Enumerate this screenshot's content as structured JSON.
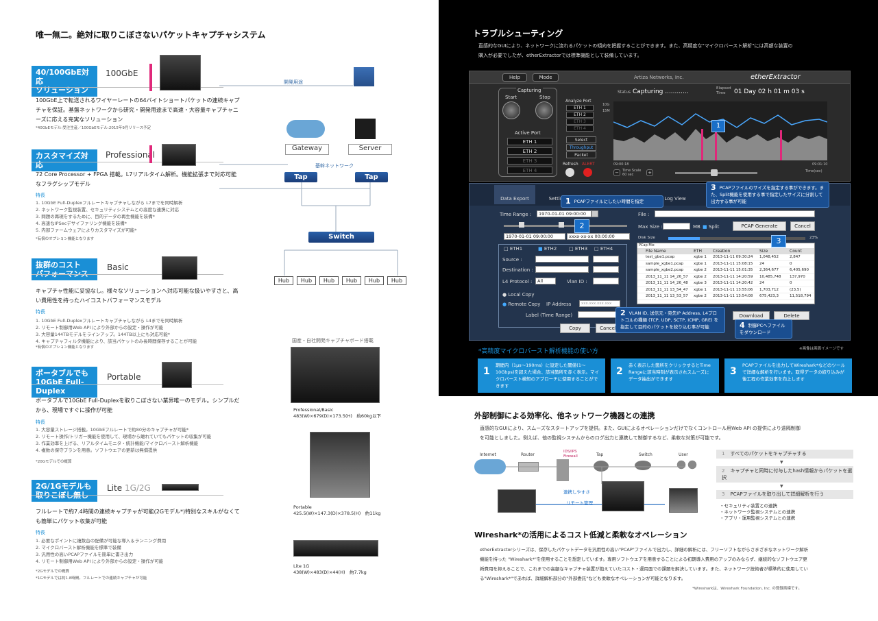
{
  "left": {
    "heading": "唯一無二。絶対に取りこぼさないパケットキャプチャシステム",
    "dev_use_label": "開発用途",
    "network": {
      "gateway": "Gateway",
      "server": "Server",
      "backbone": "基幹ネットワーク",
      "tap_left": "Tap",
      "tap_right": "Tap",
      "switch": "Switch",
      "hubs": [
        "Hub",
        "Hub",
        "Hub",
        "Hub",
        "Hub",
        "Hub"
      ]
    },
    "board_label": "国産・自社開発キャプチャボード搭載",
    "products": [
      {
        "name": "Professional/Basic",
        "spec": "483(W)×679(D)×173.5(H)　約60kg以下"
      },
      {
        "name": "Portable",
        "spec": "425.5(W)×147.3(D)×378.5(H)　約11kg"
      },
      {
        "name": "Lite 1G",
        "spec": "438(W)×483(D)×44(H)　約7.7kg"
      }
    ],
    "cat1": {
      "badge_line1": "40/100GbE対応",
      "badge_line2": "ソリューション",
      "tier": "100GbE",
      "desc": "100GbE上で転送されるワイヤーレートの64バイトショートパケットの連続キャプチャを保証。基盤ネットワークから研究・開発用途まで高速・大容量キャプチャニーズに応える充実なソリューション",
      "note": "*40GbEモデル:受注生産／100GbEモデル:2015年9月リリース予定"
    },
    "cat2": {
      "badge": "カスタマイズ対応",
      "tier": "Professional",
      "desc": "72 Core Processor + FPGA 搭載。L7リアルタイム解析。機能拡張まで対応可能なフラグシップモデル",
      "feat_title": "特長",
      "features": [
        "1. 10GbE Full-Duplexフルレートキャプチャしながら L7までを同時解析",
        "2. ネットワーク監視装置、セキュリティシステムとの高度な連携に対応",
        "3. 問題の再現をするために、目的データの再生機能を装備*",
        "4. 高速なIPSecデサイファリング機能を装備*",
        "5. 内部ファームウェアによりカスタマイズが可能*"
      ],
      "note": "*有償のオプション機能となります"
    },
    "cat3": {
      "badge_line1": "抜群のコスト",
      "badge_line2": "パフォーマンス",
      "tier": "Basic",
      "desc": "キャプチャ性能に妥協なし。様々なソリューションへ対応可能な扱いやすさと、高い費用性を持ったハイコストパフォーマンスモデル",
      "feat_title": "特長",
      "features": [
        "1. 10GbE Full-Duplexフルレートキャプチャしながら L4までを同時解析",
        "2. リモート制御用Web API により外部からの設定・操作が可能",
        "3. 大容量144TBモデルをラインアップ。144TB以上にも対応可能*",
        "4. キャプチャフィルタ機能により、該当パケットのみ長時間保存することが可能"
      ],
      "note": "*有償のオプション機能となります"
    },
    "cat4": {
      "badge_line1": "ポータブルでも",
      "badge_line2": "10GbE Full-Duplex",
      "tier": "Portable",
      "desc": "ポータブルで10GbE Full-Duplexを取りこぼさない業界唯一のモデル。シンプルだから、現場ですぐに操作が可能",
      "feat_title": "特長",
      "features": [
        "1. 大容量ストレージ搭載。10GbEフルレートで約80分のキャプチャが可能*",
        "2. リモート操作/トリガー機能を使用して、現場から離れていてもパケットの収集が可能",
        "3. 作業効率を上げる、リアルタイムモニタ・統計機能/マイクロバースト解析機能",
        "4. 複数の保守プランを用意。ソフトウエアの更新は無償提供"
      ],
      "note": "*20Gモデルでの概算"
    },
    "cat5": {
      "badge_line1": "2G/1Gモデルも",
      "badge_line2": "取りこぼし無し",
      "tier": "Lite",
      "tier_sub": "1G/2G",
      "desc": "フルレートで約7.4時間の連続キャプチャが可能(2Gモデル*)特別なスキルがなくても簡単にパケット収集が可能",
      "feat_title": "特長",
      "features": [
        "1. 必要なポイントに複数台の配備が可能な導入＆ランニング費用",
        "2. マイクロバースト解析機能を標準で装備",
        "3. 汎用性の高いPCAPファイルを簡単に書き出力",
        "4. リモート制御用Web API により外部からの設定・操作が可能"
      ],
      "note1": "*2Gモデルでの概算",
      "note2": "*1Gモデルでは約1.8時間。フルレートでの連続キャプチャが可能"
    }
  },
  "troubleshoot": {
    "title": "トラブルシューティング",
    "desc": "直感的なGUIにより、ネットワークに流れるパケットの傾向を把握することができます。また、高精度な\"マイクロバースト解析\"には高額な装置の購入が必要でしたが、etherExtractorでは標準機能として装備しています。",
    "app": {
      "help": "Help",
      "mode": "Mode",
      "company": "Artiza Networks, Inc.",
      "brand": "etherExtractor",
      "capturing_panel": "Capturing",
      "start": "Start",
      "stop": "Stop",
      "active_port": "Active Port",
      "ports": [
        "ETH 1",
        "ETH 2",
        "ETH 3",
        "ETH 4"
      ],
      "analyze_port": "Analyze Port",
      "a_ports": [
        "ETH 1",
        "ETH 2",
        "ETH 3",
        "ETH 4"
      ],
      "select": "Select",
      "throughput": "Throughput",
      "packet": "Packet",
      "refresh": "Refresh",
      "alert": "ALERT",
      "status_label": "Status",
      "status": "Capturing ............",
      "elapsed_label": "Elapsed Time",
      "elapsed": "01 Day 02 h 01 m 03 s",
      "y10g": "10G",
      "y15m": "15M",
      "t_start": "09:00:18",
      "t_end": "09:01:10",
      "time_scale": "Time Scale",
      "time_scale_val": "60 sec",
      "time_unit": "Time(sec)"
    },
    "export": {
      "tabs": [
        "Data Export",
        "Settings",
        "Setting",
        "Setting",
        "Log View"
      ],
      "time_range_label": "Time Range :",
      "time_range_value": "1970-01-01 09:00:00",
      "start_time": "1970-01-01 09:00:00",
      "end_time": "xxxx-xx-xx 00:00:00",
      "eth_filters": [
        "ETH1",
        "ETH2",
        "ETH3",
        "ETH4"
      ],
      "source": "Source :",
      "destination": "Destination :",
      "l4_protocol": "L4 Protocol :",
      "l4_value": "All",
      "vlan": "Vlan ID :",
      "local_copy": "Local Copy",
      "remote_copy": "Remote Copy",
      "ip_address": "IP Address",
      "ip_placeholder": "xxx.xxx.xxx.xxx",
      "label_time": "Label (Time Range)",
      "copy": "Copy",
      "cancel": "Cancel",
      "file_label": "File :",
      "max_size": "Max Size :",
      "mb": "MB",
      "split": "Split",
      "pcap_generate": "PCAP Generate",
      "cancel2": "Cancel",
      "disk_size": "Disk Size",
      "disk_pct": "23%",
      "pcap_file": "PCap File",
      "file_headers": [
        "File Name",
        "ETH",
        "Creation",
        "Size",
        "Count"
      ],
      "files": [
        [
          "test_gbe1.pcap",
          "xgbe 1",
          "2013-11-11 09:30:24",
          "1,048,452",
          "2,847"
        ],
        [
          "sample_xgbe1.pcap",
          "xgbe 1",
          "2013-11-11 15:08:15",
          "24",
          "0"
        ],
        [
          "sample_xgbe2.pcap",
          "xgbe 2",
          "2013-11-11 15:01:35",
          "2,364,677",
          "6,405,690"
        ],
        [
          "2013_11_11 14_26_57",
          "xgbe 2",
          "2013-11-11 14:20:59",
          "10,485,748",
          "137,970"
        ],
        [
          "2013_11_11 14_26_48",
          "xgbe 3",
          "2013-11-11 14:20:42",
          "24",
          "0"
        ],
        [
          "2013_11_11 13_54_47",
          "xgbe 1",
          "2013-11-11 13:55:06",
          "1,703,712",
          "(23,5)"
        ],
        [
          "2013_11_11 13_53_57",
          "xgbe 2",
          "2013-11-11 13:54:08",
          "675,423,3",
          "11,518,794"
        ]
      ],
      "download": "Download",
      "delete": "Delete"
    },
    "callouts": {
      "c1": "PCAPファイルにしたい時間を指定",
      "c2": "VLAN ID, 送信元・宛先IP Address, L4プロトコルの種類 (TCP, UDP, SCTP, ICMP, GRE) を指定して目的のパケットを絞り込む事が可能",
      "c3": "PCAPファイルのサイズを指定する事ができます。また、Split機能を使用する事で指定したサイズに分割して出力する事が可能",
      "c4": "制御PCへファイルをダウンロード"
    },
    "marker_1": "1",
    "marker_3": "3",
    "marker_2": "2",
    "screen_note": "※画像は画面イメージです",
    "micro_title": "*高精度マイクロバースト解析機能の使い方",
    "usage": [
      {
        "n": "1",
        "text": "期間内（1μs〜190ms）に設定した閾値(1〜10Gbps)を超えた場合、該当箇所を赤く表示。マイクロバースト検知のアプローチに使用することができます"
      },
      {
        "n": "2",
        "text": "赤く表示した箇所をクリックするとTime Rangeに該当時刻が表示されスムーズにデータ抽出ができます"
      },
      {
        "n": "3",
        "text": "PCAPファイルを出力してWireshark*などのツールで詳細な解析を行います。取得データの絞り込みが後工程の作業効率を向上します"
      }
    ]
  },
  "external": {
    "title": "外部制御による効率化、他ネットワーク機器との連携",
    "desc": "直感的なGUIにより、スムーズなスタートアップを提供。また、GUIによるオペレーションだけでなくコントロール用Web API の提供により遠隔制御を可能としました。例えば、他の監視システムからのログ出力と連携して制御するなど、柔軟な対策が可能です。",
    "diagram": {
      "internet": "Internet",
      "router": "Router",
      "firewall": "IDS/IPS Firewall",
      "tap": "Tap",
      "switch": "Switch",
      "user": "User",
      "linkage": "連携しやすさ",
      "remote": "リモート管理"
    },
    "steps": [
      {
        "n": "1",
        "text": "すべてのパケットをキャプチャする"
      },
      {
        "n": "2",
        "text": "キャプチャと同時に付与したhash情報からパケットを選択"
      },
      {
        "n": "3",
        "text": "PCAPファイルを取り出して詳細解析を行う"
      }
    ],
    "bullets": [
      "・セキュリティ装置との連携",
      "・ネットワーク監視システムとの連携",
      "・アプリ・運用監視システムとの連携"
    ]
  },
  "wireshark": {
    "title": "Wireshark*の活用によるコスト低減と柔軟なオペレーション",
    "desc": "etherExtractorシリーズは、保存したパケットデータを汎用性の高い\"PCAP\"ファイルで出力し、詳細の解析には、フリーソフトながらさまざまなネットワーク解析機能を持った \"Wireshark*\"を使用することを想定しています。専用ソフトウエアを用意することによる初期導入費用のアップのみならず、継続的なソフトウエア更新費用を抑えることで、これまでの高額なキャプチャ装置が抱えていたコスト・運用面での課題を解決しています。また、ネットワーク技術者が標準的に使用している\"Wireshark*\"であれば、詳細解析部分の\"外部委託\"なども柔軟なオペレーションが可能となります。",
    "note": "*Wiresharkは、Wireshark Foundation, Inc. の登録商標です。"
  },
  "colors": {
    "accent": "#1a8fd6",
    "pink": "#e0287a",
    "dark_bg": "#000000",
    "panel": "#23344d"
  }
}
